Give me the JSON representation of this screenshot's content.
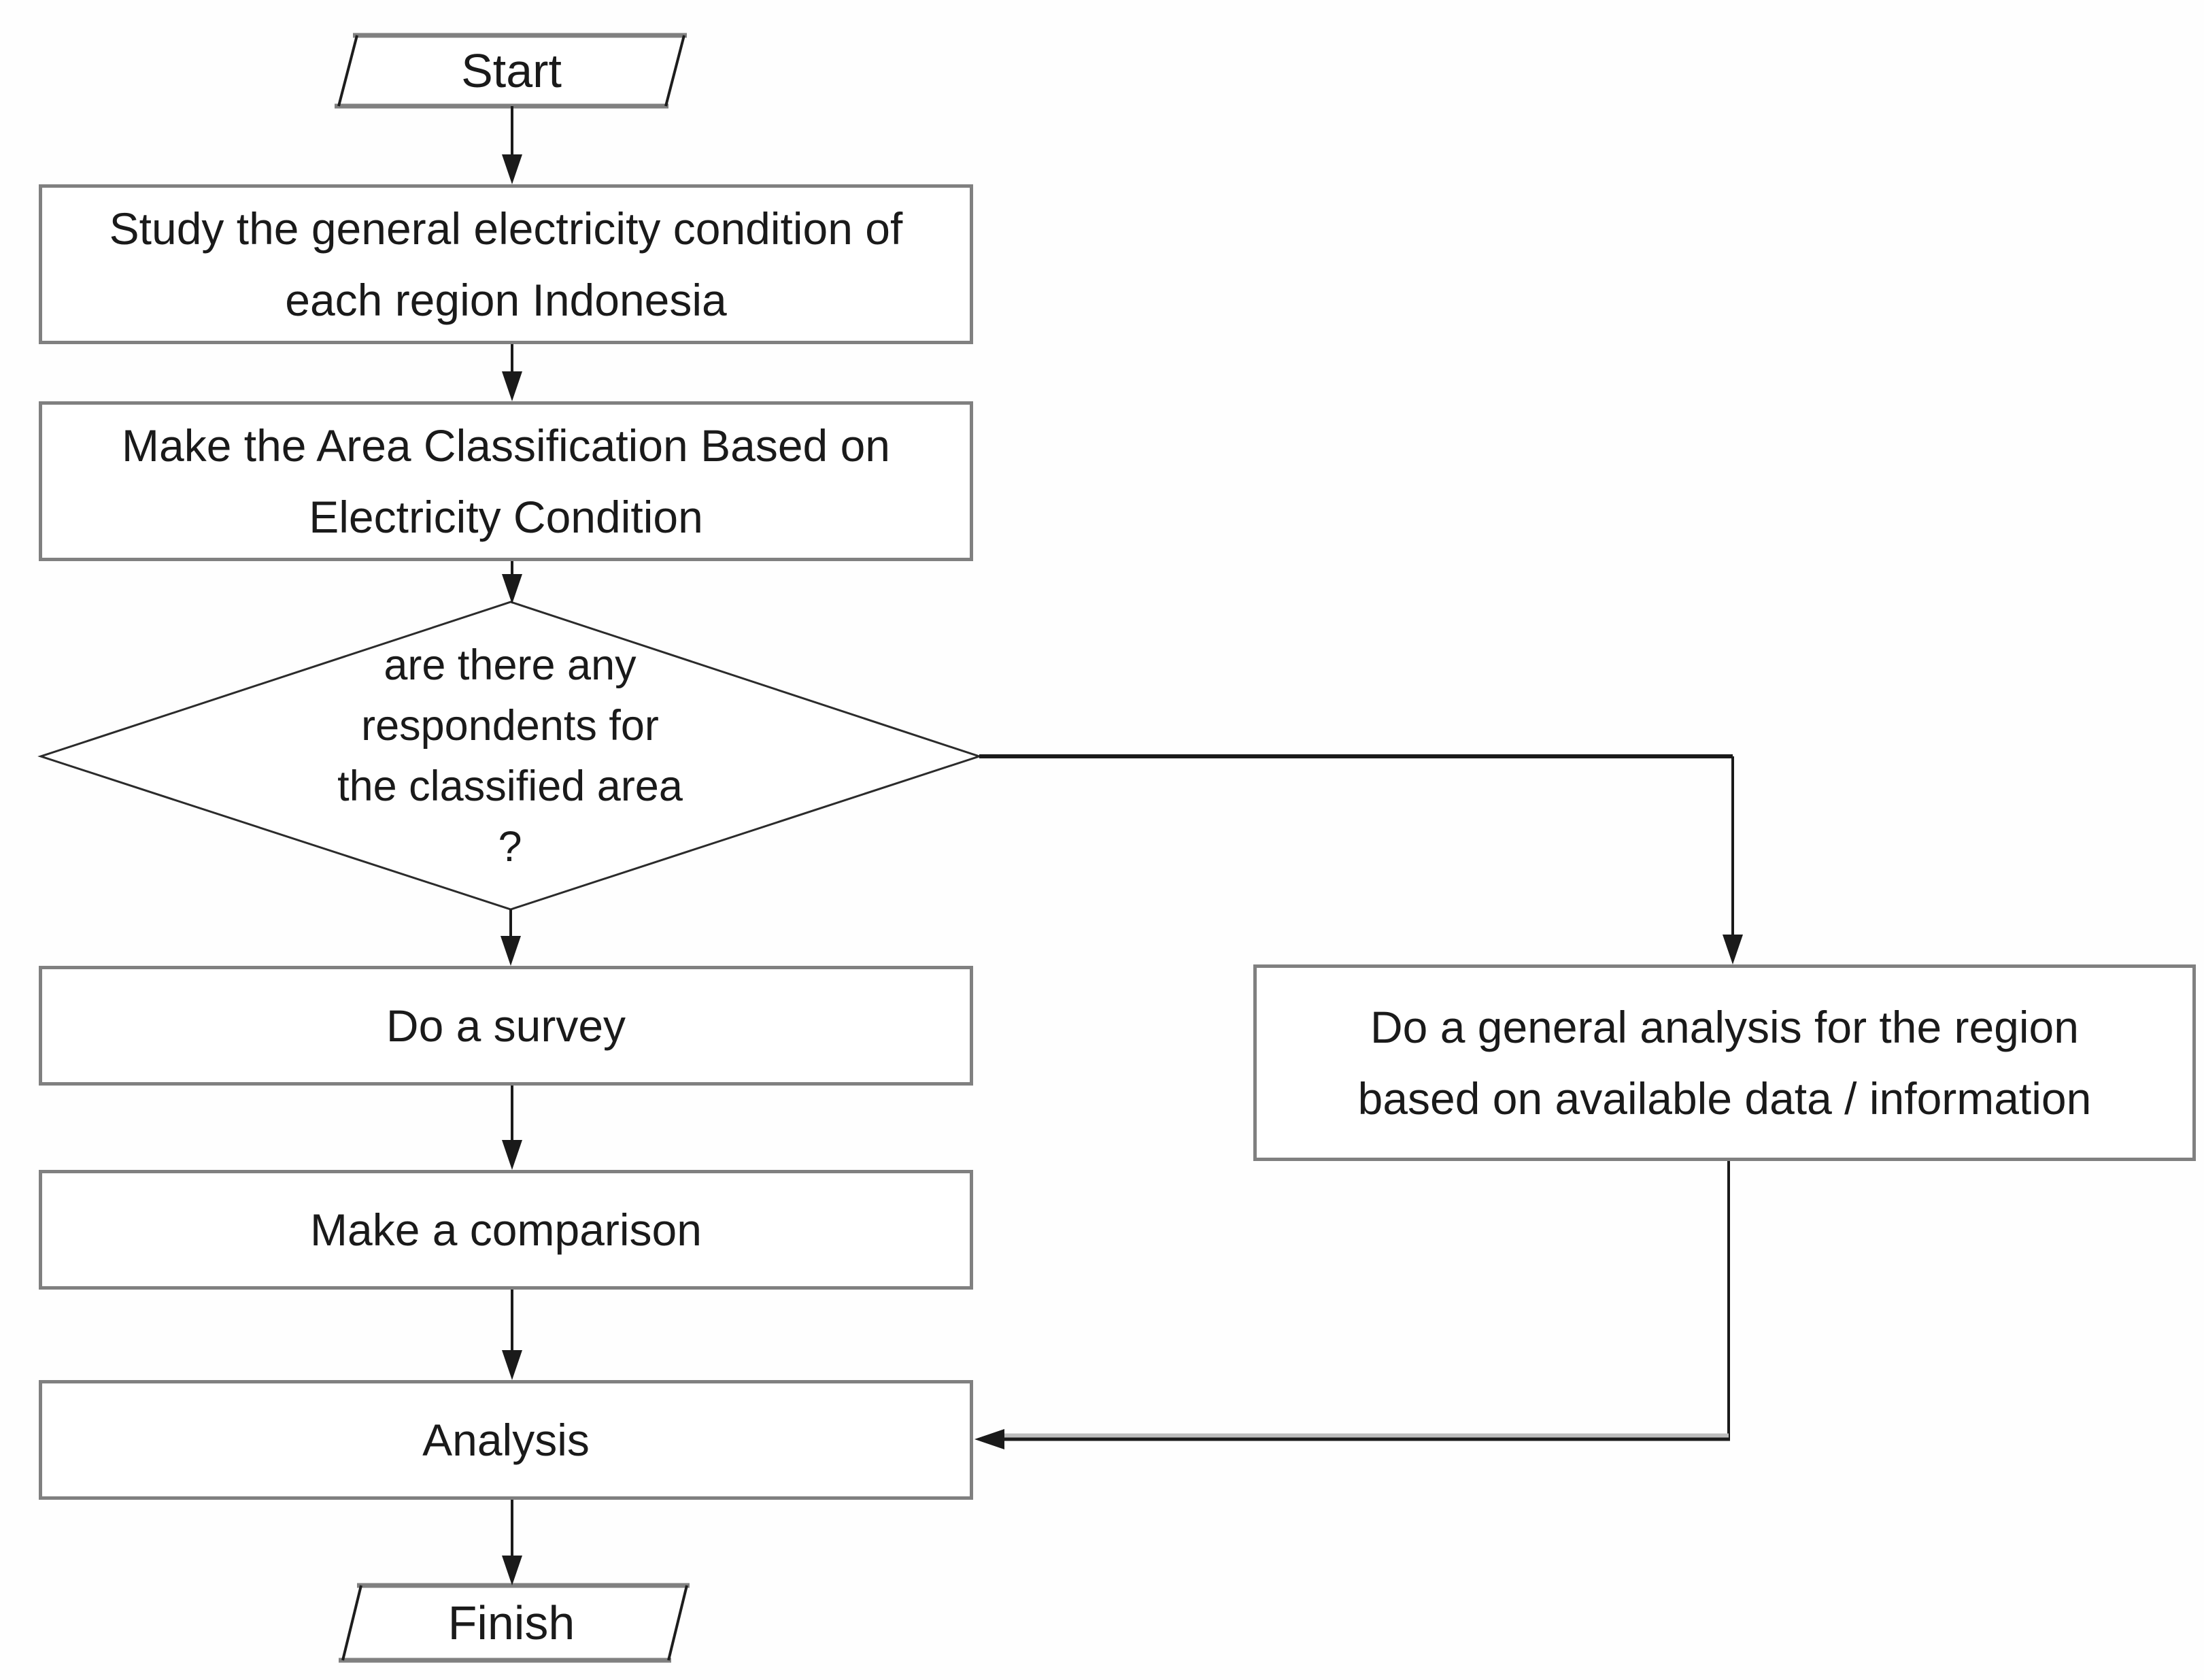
{
  "diagram": {
    "type": "flowchart",
    "description": "Research methodology flowchart for regional electricity study"
  },
  "colors": {
    "background": "#fefefe",
    "box_border_gray": "#808080",
    "connector_black": "#1a1a1a",
    "shape_fill": "#ffffff",
    "text": "#1a1a1a"
  },
  "nodes": {
    "start": {
      "label": "Start"
    },
    "study": {
      "lines": [
        "Study the general electricity condition of",
        "each region Indonesia"
      ]
    },
    "classify": {
      "lines": [
        "Make the Area Classification Based on",
        "Electricity Condition"
      ]
    },
    "decision": {
      "lines": [
        "are there any",
        "respondents for",
        "the classified area",
        "?"
      ]
    },
    "survey": {
      "label": "Do a survey"
    },
    "general_analysis": {
      "lines": [
        "Do a general analysis for the region",
        "based on available data / information"
      ]
    },
    "comparison": {
      "label": "Make a comparison"
    },
    "analysis": {
      "label": "Analysis"
    },
    "finish": {
      "label": "Finish"
    }
  }
}
